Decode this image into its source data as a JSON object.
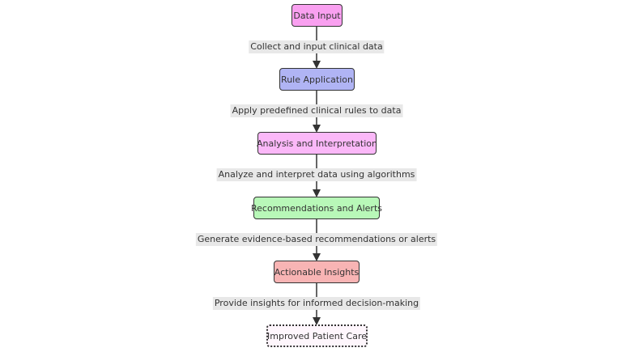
{
  "diagram": {
    "nodes": [
      {
        "label": "Data Input",
        "fill": "#f9a0f0"
      },
      {
        "label": "Rule Application",
        "fill": "#b0b4f4"
      },
      {
        "label": "Analysis and Interpretation",
        "fill": "#fbb8f8"
      },
      {
        "label": "Recommendations and Alerts",
        "fill": "#b8f8b8"
      },
      {
        "label": "Actionable Insights",
        "fill": "#f8b4b4"
      },
      {
        "label": "Improved Patient Care",
        "fill": "#fef6fc"
      }
    ],
    "edges": [
      {
        "label": "Collect and input clinical data"
      },
      {
        "label": "Apply predefined clinical rules to data"
      },
      {
        "label": "Analyze and interpret data using algorithms"
      },
      {
        "label": "Generate evidence-based recommendations or alerts"
      },
      {
        "label": "Provide insights for informed decision-making"
      }
    ]
  }
}
